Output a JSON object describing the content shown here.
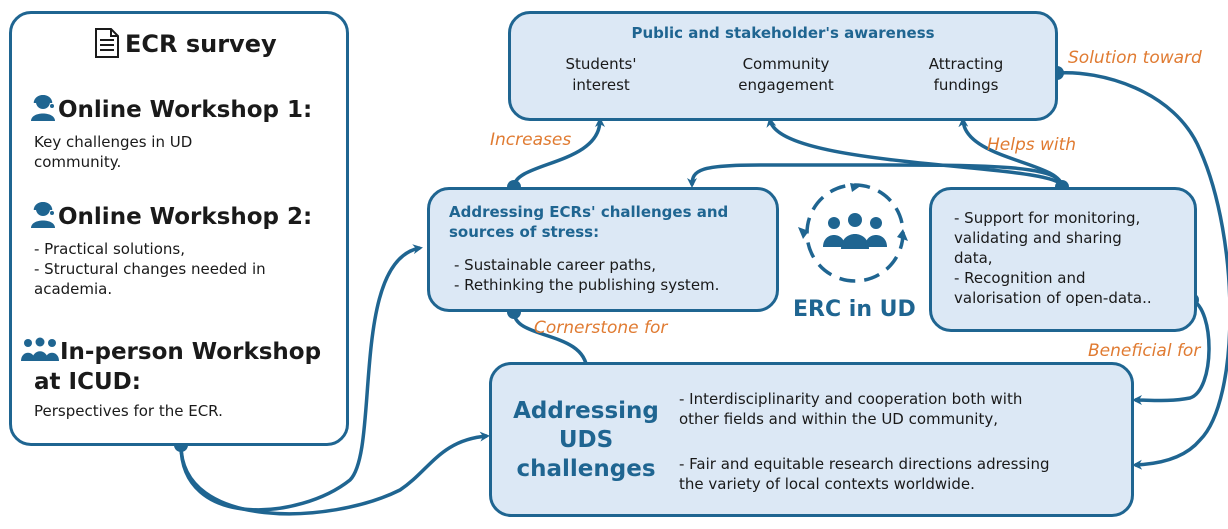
{
  "survey": {
    "title": "ECR survey",
    "title_icon": "document-icon",
    "workshop1": {
      "icon": "headset-person-icon",
      "title": "Online Workshop 1:",
      "line1": "Key challenges in UD",
      "line2": "community."
    },
    "workshop2": {
      "icon": "headset-person-icon",
      "title": "Online Workshop 2:",
      "line1": "- Practical solutions,",
      "line2": "- Structural changes needed in",
      "line3": "academia."
    },
    "workshop3": {
      "icon": "group-icon",
      "title_line1": "In-person Workshop",
      "title_line2": "at ICUD:",
      "line1": "Perspectives for the ECR."
    }
  },
  "awareness": {
    "title": "Public and stakeholder's awareness",
    "items": [
      {
        "line1": "Students'",
        "line2": "interest"
      },
      {
        "line1": "Community",
        "line2": "engagement"
      },
      {
        "line1": "Attracting",
        "line2": "fundings"
      }
    ]
  },
  "ecr_box": {
    "title_line1": "Addressing ECRs' challenges and",
    "title_line2": "sources of stress:",
    "item1": "- Sustainable career paths,",
    "item2": "- Rethinking the publishing system."
  },
  "center": {
    "label": "ERC in UD",
    "icon": "team-cycle-icon"
  },
  "support_box": {
    "line1": "- Support for monitoring,",
    "line2": "validating and sharing",
    "line3": "data,",
    "line4": "- Recognition and",
    "line5": "valorisation of open-data.."
  },
  "uds_box": {
    "title_line1": "Addressing",
    "title_line2": "UDS",
    "title_line3": "challenges",
    "p1_line1": "- Interdisciplinarity and cooperation both with",
    "p1_line2": "other fields and within the UD community,",
    "p2_line1": "- Fair and equitable research directions adressing",
    "p2_line2": "the variety of local contexts worldwide."
  },
  "labels": {
    "increases": "Increases",
    "helps_with": "Helps with",
    "solution_toward": "Solution toward",
    "cornerstone_for": "Cornerstone for",
    "beneficial_for": "Beneficial for"
  },
  "colors": {
    "accent": "#1f6591",
    "box_fill": "#dce8f5",
    "label": "#e07b32"
  }
}
